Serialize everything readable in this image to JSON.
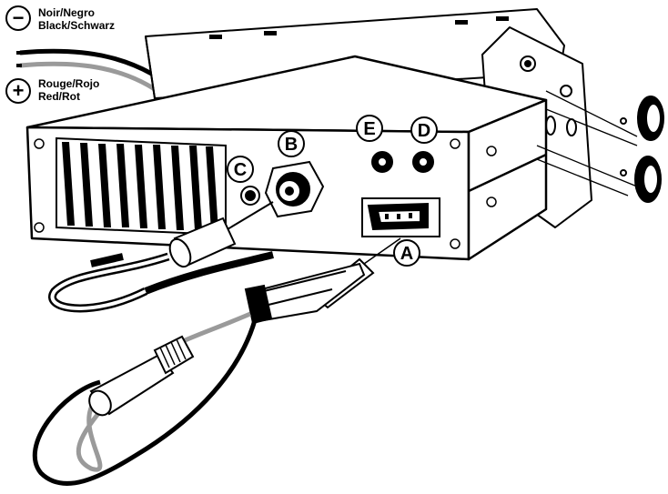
{
  "legend": {
    "negative": {
      "symbol": "−",
      "line1": "Noir/Negro",
      "line2": "Black/Schwarz",
      "wire_color": "#000000"
    },
    "positive": {
      "symbol": "+",
      "line1": "Rouge/Rojo",
      "line2": "Red/Rot",
      "wire_color": "#9a9a9a"
    }
  },
  "callouts": {
    "a": "A",
    "b": "B",
    "c": "C",
    "d": "D",
    "e": "E"
  },
  "colors": {
    "line": "#000000",
    "background": "#ffffff",
    "grey_wire": "#9a9a9a"
  }
}
